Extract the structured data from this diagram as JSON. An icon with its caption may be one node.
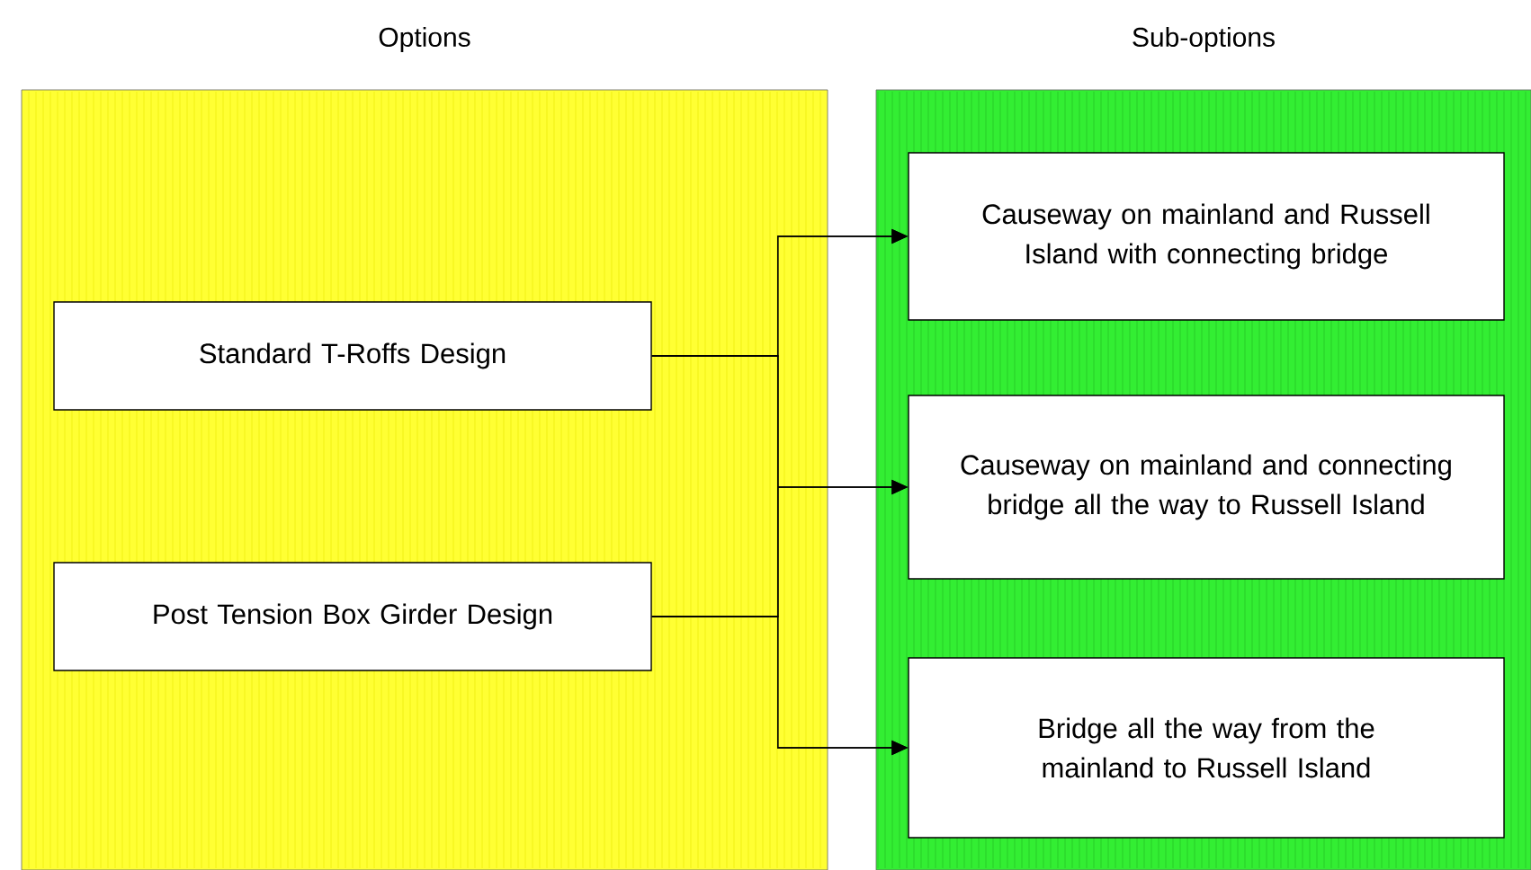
{
  "diagram": {
    "nodes": [
      {
        "text": [
          "Options"
        ]
      },
      {
        "text": [
          "Sub-options"
        ]
      },
      {
        "text": [
          "Standard T-Roffs Design"
        ],
        "in": 0
      },
      {
        "text": [
          "Post Tension Box Girder Design"
        ],
        "in": 0
      },
      {
        "text": [
          "Causeway on mainland and Russell Island with connecting bridge"
        ],
        "in": 1
      },
      {
        "text": [
          "Causeway on mainland and connecting bridge all the way to Russell Island"
        ],
        "in": 1
      },
      {
        "text": [
          "Bridge all the way from the mainland to Russell Island"
        ],
        "in": 1
      }
    ],
    "edges": [
      {
        "from": 2,
        "to": 4,
        "arrow": "to"
      },
      {
        "from": 2,
        "to": 5,
        "arrow": "to"
      },
      {
        "from": 2,
        "to": 6,
        "arrow": "to"
      },
      {
        "from": 3,
        "to": 4,
        "arrow": "to"
      },
      {
        "from": 3,
        "to": 5,
        "arrow": "to"
      },
      {
        "from": 3,
        "to": 6,
        "arrow": "to"
      }
    ]
  }
}
